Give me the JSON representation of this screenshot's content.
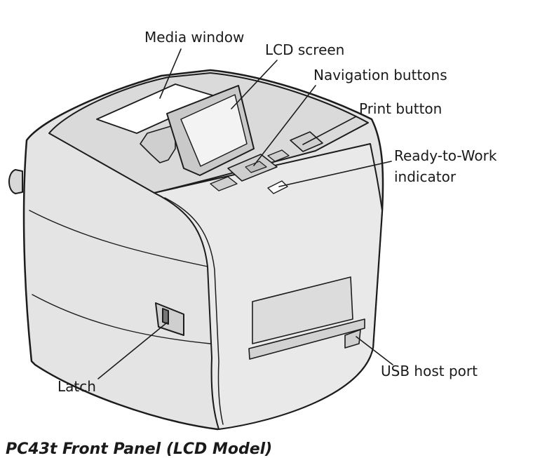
{
  "diagram": {
    "labels": {
      "media_window": "Media window",
      "lcd_screen": "LCD screen",
      "navigation_buttons": "Navigation buttons",
      "print_button": "Print button",
      "ready_to_work_line1": "Ready-to-Work",
      "ready_to_work_line2": "indicator",
      "latch": "Latch",
      "usb_host_port": "USB host port"
    },
    "caption": "PC43t Front Panel (LCD Model)"
  }
}
